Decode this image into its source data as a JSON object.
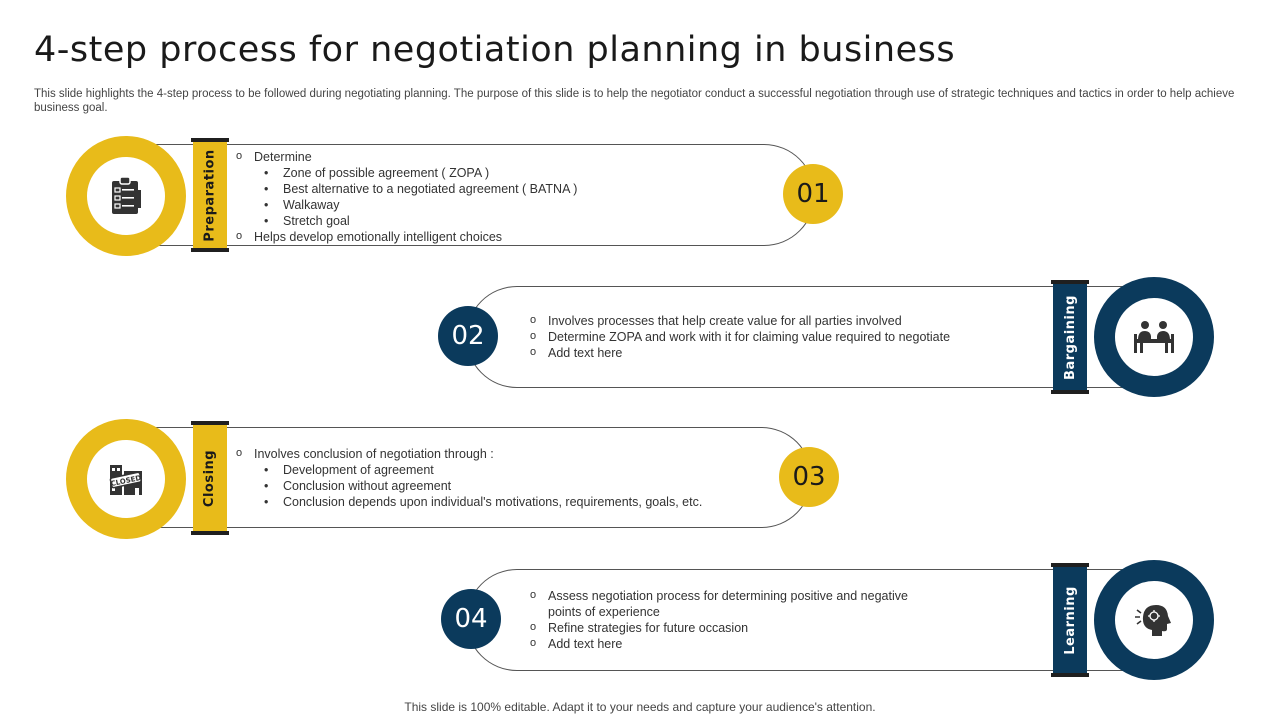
{
  "title": "4-step process for negotiation planning in business",
  "description": "This slide highlights the 4-step process to be followed during negotiating planning. The purpose of this slide is to help the negotiator conduct a successful negotiation through use of strategic techniques and tactics in order to help achieve business goal.",
  "footer": "This slide is 100% editable. Adapt it to your needs and capture your audience's attention.",
  "colors": {
    "yellow": "#e8bb1a",
    "navy": "#0b3a5c"
  },
  "steps": [
    {
      "number": "01",
      "label": "Preparation",
      "icon": "clipboard-checklist-icon",
      "lines": [
        "Determine",
        "Zone of possible agreement  ( ZOPA )",
        "Best alternative  to a negotiated agreement  ( BATNA )",
        "Walkaway",
        "Stretch goal",
        "Helps develop  emotionally intelligent choices"
      ]
    },
    {
      "number": "02",
      "label": "Bargaining",
      "icon": "meeting-table-icon",
      "lines": [
        "Involves  processes that help create value  for all parties involved",
        "Determine ZOPA and work with it for claiming value required to negotiate",
        "Add text here"
      ]
    },
    {
      "number": "03",
      "label": "Closing",
      "icon": "closed-building-icon",
      "lines": [
        "Involves  conclusion of negotiation through :",
        "Development  of agreement",
        "Conclusion without agreement",
        "Conclusion depends upon individual's motivations, requirements, goals, etc."
      ]
    },
    {
      "number": "04",
      "label": "Learning",
      "icon": "head-learning-icon",
      "lines": [
        "Assess negotiation process for determining positive and negative",
        "points of experience",
        "Refine strategies for future occasion",
        "Add text here"
      ]
    }
  ]
}
